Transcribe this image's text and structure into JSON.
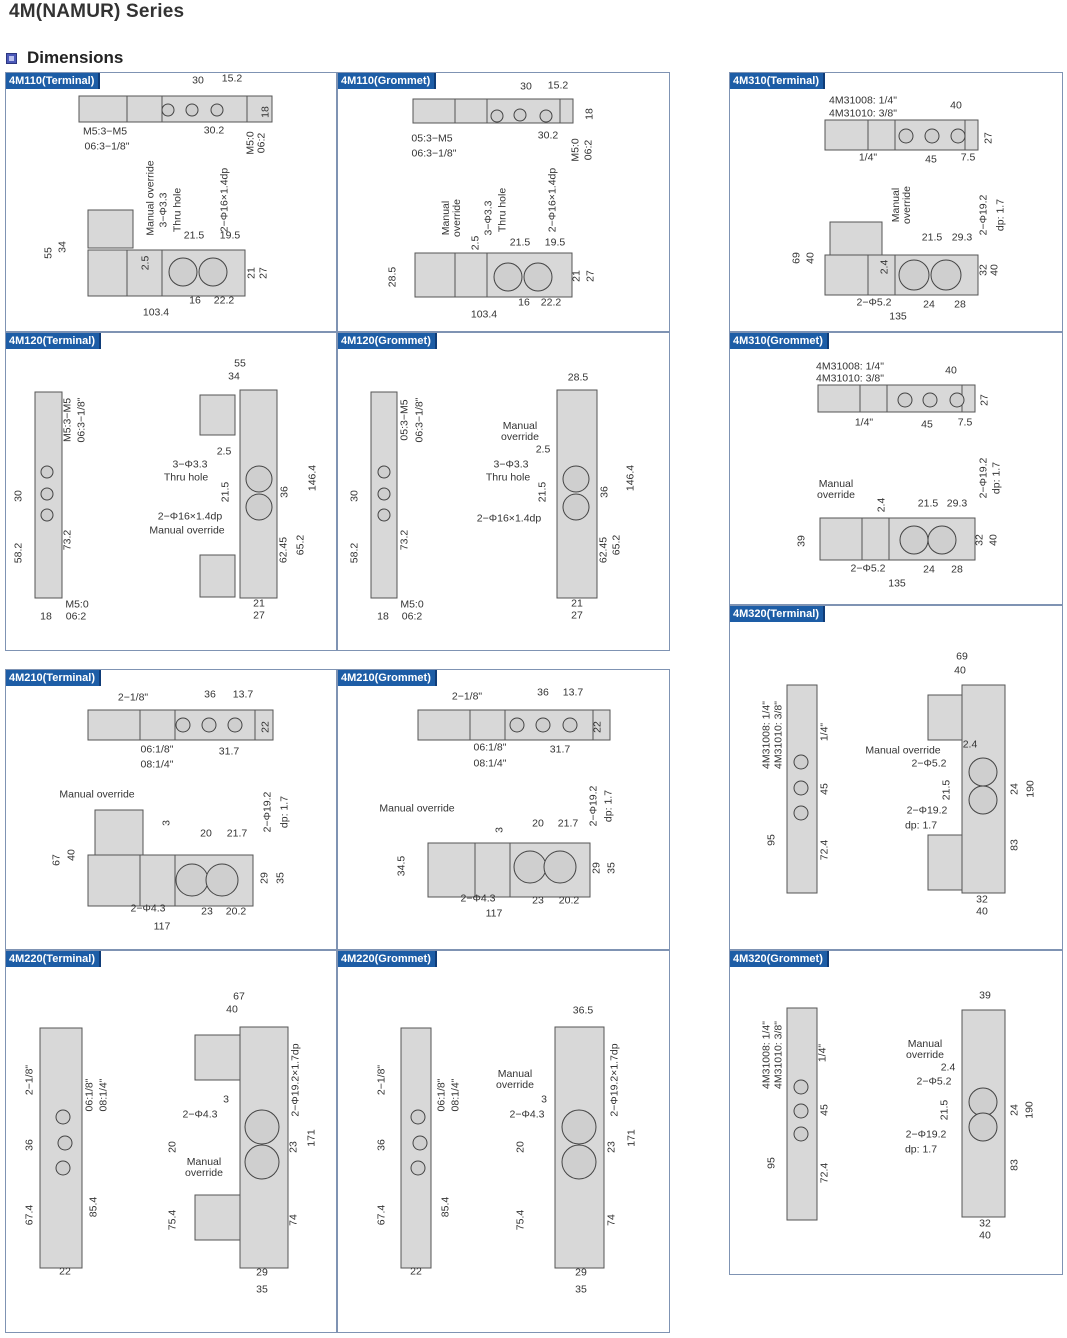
{
  "page_title": "4M(NAMUR) Series",
  "section": {
    "title": "Dimensions",
    "icon": "square-bullet-icon",
    "accent_color": "#1d5da6"
  },
  "panels": [
    {
      "title": "4M110(Terminal)",
      "labels": [
        "30",
        "15.2",
        "18",
        "M5:3−M5",
        "06:3−1/8\"",
        "30.2",
        "M5:0",
        "06:2",
        "Manual override",
        "3−Φ3.3",
        "Thru hole",
        "2−Φ16×1.4dp",
        "21.5",
        "19.5",
        "55",
        "34",
        "2.5",
        "21",
        "27",
        "16",
        "22.2",
        "103.4"
      ]
    },
    {
      "title": "4M110(Grommet)",
      "labels": [
        "30",
        "15.2",
        "18",
        "05:3−M5",
        "06:3−1/8\"",
        "30.2",
        "M5:0",
        "06:2",
        "Manual\noverride",
        "2.5",
        "3−Φ3.3",
        "Thru hole",
        "2−Φ16×1.4dp",
        "21.5",
        "19.5",
        "28.5",
        "21",
        "27",
        "16",
        "22.2",
        "103.4"
      ]
    },
    {
      "title": "4M120(Terminal)",
      "labels": [
        "M5:3−M5",
        "06:3−1/8\"",
        "30",
        "58.2",
        "73.2",
        "M5:0",
        "18",
        "06:2",
        "55",
        "34",
        "2.5",
        "3−Φ3.3",
        "Thru hole",
        "21.5",
        "36",
        "146.4",
        "2−Φ16×1.4dp",
        "Manual override",
        "62.45",
        "65.2",
        "21",
        "27"
      ]
    },
    {
      "title": "4M120(Grommet)",
      "labels": [
        "05:3−M5",
        "06:3−1/8\"",
        "30",
        "58.2",
        "73.2",
        "M5:0",
        "18",
        "06:2",
        "28.5",
        "Manual\noverride",
        "2.5",
        "3−Φ3.3",
        "Thru hole",
        "21.5",
        "36",
        "146.4",
        "2−Φ16×1.4dp",
        "62.45",
        "65.2",
        "21",
        "27"
      ]
    },
    {
      "title": "4M210(Terminal)",
      "labels": [
        "2−1/8\"",
        "36",
        "13.7",
        "22",
        "06:1/8\"",
        "31.7",
        "08:1/4\"",
        "Manual override",
        "3",
        "20",
        "21.7",
        "2−Φ19.2",
        "dp: 1.7",
        "67",
        "40",
        "29",
        "35",
        "2−Φ4.3",
        "23",
        "20.2",
        "117"
      ]
    },
    {
      "title": "4M210(Grommet)",
      "labels": [
        "2−1/8\"",
        "36",
        "13.7",
        "22",
        "06:1/8\"",
        "31.7",
        "08:1/4\"",
        "Manual override",
        "3",
        "20",
        "21.7",
        "2−Φ19.2",
        "dp: 1.7",
        "34.5",
        "29",
        "35",
        "2−Φ4.3",
        "23",
        "20.2",
        "117"
      ]
    },
    {
      "title": "4M220(Terminal)",
      "labels": [
        "2−1/8\"",
        "06:1/8\"",
        "08:1/4\"",
        "36",
        "67.4",
        "85.4",
        "22",
        "67",
        "40",
        "2−Φ19.2×1.7dp",
        "2−Φ4.3",
        "3",
        "20",
        "23",
        "171",
        "Manual\noverride",
        "75.4",
        "74",
        "29",
        "35"
      ]
    },
    {
      "title": "4M220(Grommet)",
      "labels": [
        "2−1/8\"",
        "06:1/8\"",
        "08:1/4\"",
        "36",
        "67.4",
        "85.4",
        "22",
        "36.5",
        "2−Φ19.2×1.7dp",
        "Manual\noverride",
        "3",
        "2−Φ4.3",
        "20",
        "23",
        "171",
        "75.4",
        "74",
        "29",
        "35"
      ]
    },
    {
      "title": "4M310(Terminal)",
      "labels": [
        "4M31008: 1/4\"",
        "4M31010: 3/8\"",
        "40",
        "27",
        "1/4\"",
        "45",
        "7.5",
        "Manual\noverride",
        "21.5",
        "29.3",
        "2−Φ19.2",
        "dp: 1.7",
        "69",
        "40",
        "2.4",
        "32",
        "40",
        "2−Φ5.2",
        "24",
        "28",
        "135"
      ]
    },
    {
      "title": "4M310(Grommet)",
      "labels": [
        "4M31008: 1/4\"",
        "4M31010: 3/8\"",
        "40",
        "27",
        "1/4\"",
        "45",
        "7.5",
        "Manual\noverride",
        "2.4",
        "21.5",
        "29.3",
        "2−Φ19.2",
        "dp: 1.7",
        "39",
        "32",
        "40",
        "2−Φ5.2",
        "24",
        "28",
        "135"
      ]
    },
    {
      "title": "4M320(Terminal)",
      "labels": [
        "4M31008: 1/4\"",
        "4M31010: 3/8\"",
        "1/4\"",
        "45",
        "95",
        "72.4",
        "69",
        "40",
        "Manual override",
        "2.4",
        "2−Φ5.2",
        "21.5",
        "24",
        "190",
        "2−Φ19.2",
        "dp: 1.7",
        "83",
        "32",
        "40"
      ]
    },
    {
      "title": "4M320(Grommet)",
      "labels": [
        "4M31008: 1/4\"",
        "4M31010: 3/8\"",
        "1/4\"",
        "45",
        "95",
        "72.4",
        "39",
        "Manual\noverride",
        "2.4",
        "2−Φ5.2",
        "21.5",
        "24",
        "190",
        "2−Φ19.2",
        "dp: 1.7",
        "83",
        "32",
        "40"
      ]
    }
  ]
}
